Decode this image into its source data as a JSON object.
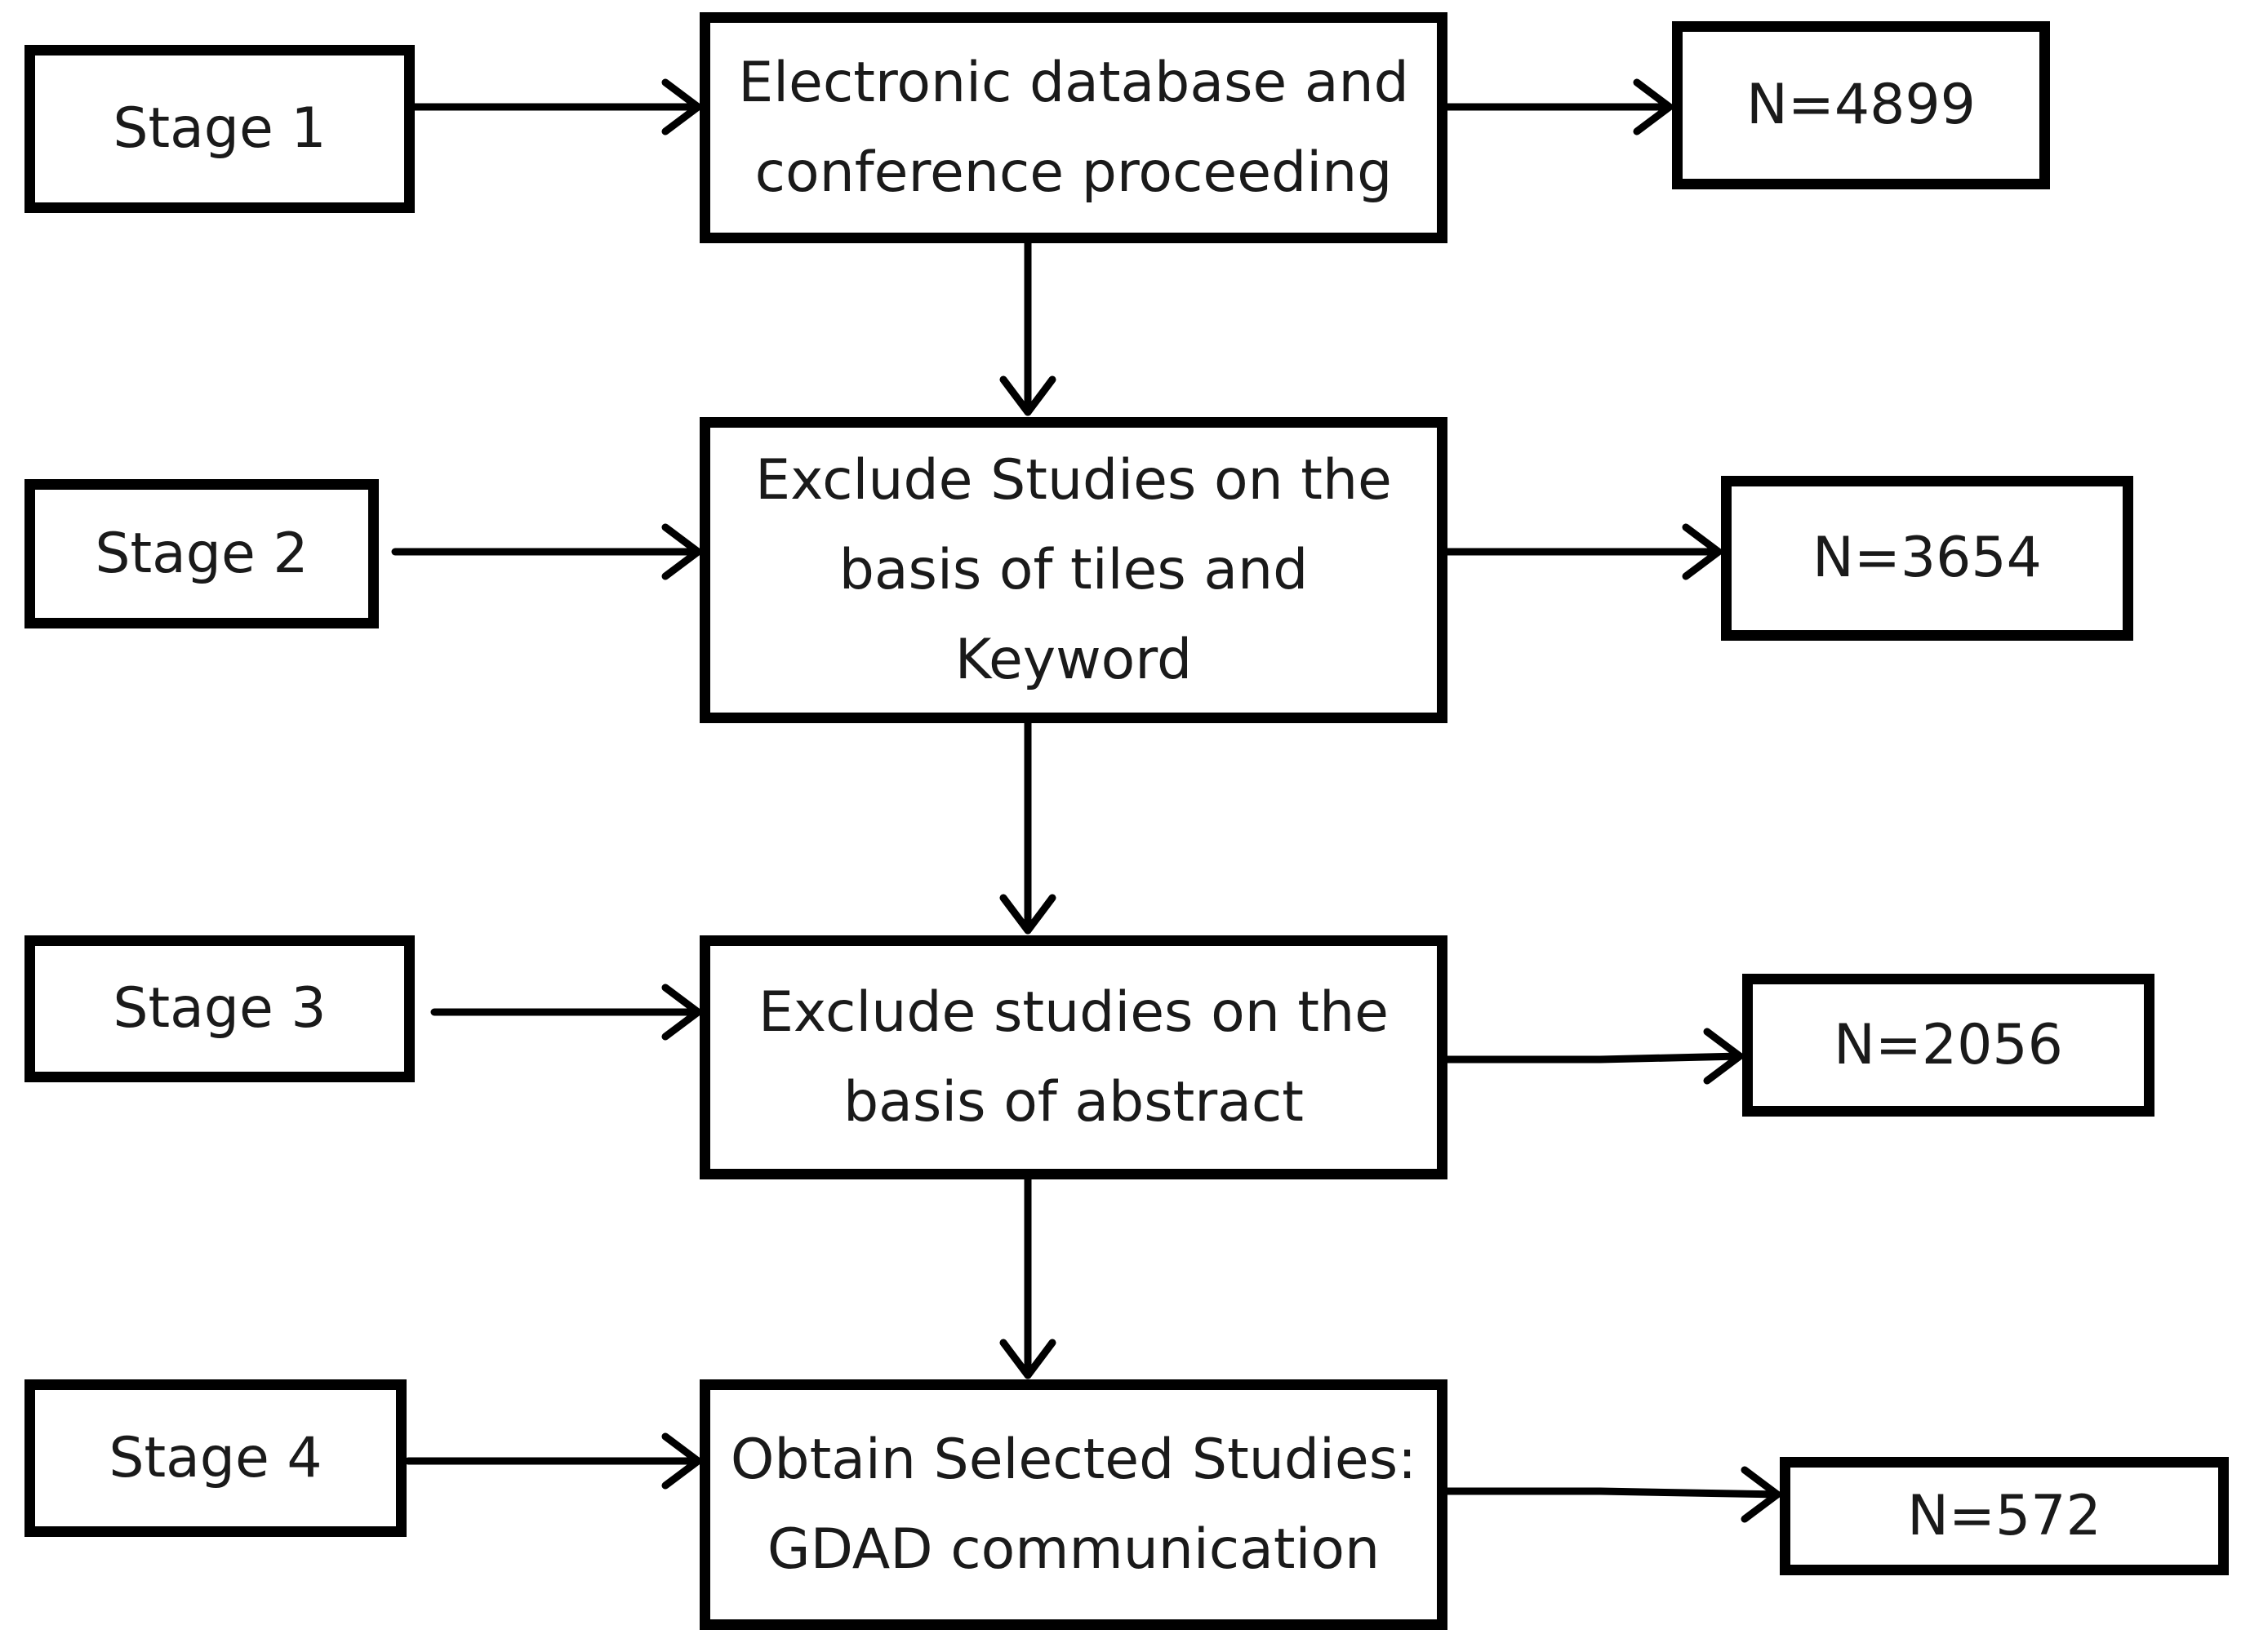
{
  "colors": {
    "stroke": "#000000",
    "text": "#1a1a1a",
    "background": "#ffffff"
  },
  "stages": [
    {
      "label": "Stage 1"
    },
    {
      "label": "Stage 2"
    },
    {
      "label": "Stage 3"
    },
    {
      "label": "Stage 4"
    }
  ],
  "steps": [
    {
      "text": "Electronic database and\nconference proceeding"
    },
    {
      "text": "Exclude Studies on the\nbasis of tiles and\nKeyword"
    },
    {
      "text": "Exclude studies on the\nbasis of abstract"
    },
    {
      "text": "Obtain Selected Studies:\nGDAD communication"
    }
  ],
  "counts": [
    {
      "label": "N=4899"
    },
    {
      "label": "N=3654"
    },
    {
      "label": "N=2056"
    },
    {
      "label": "N=572"
    }
  ]
}
